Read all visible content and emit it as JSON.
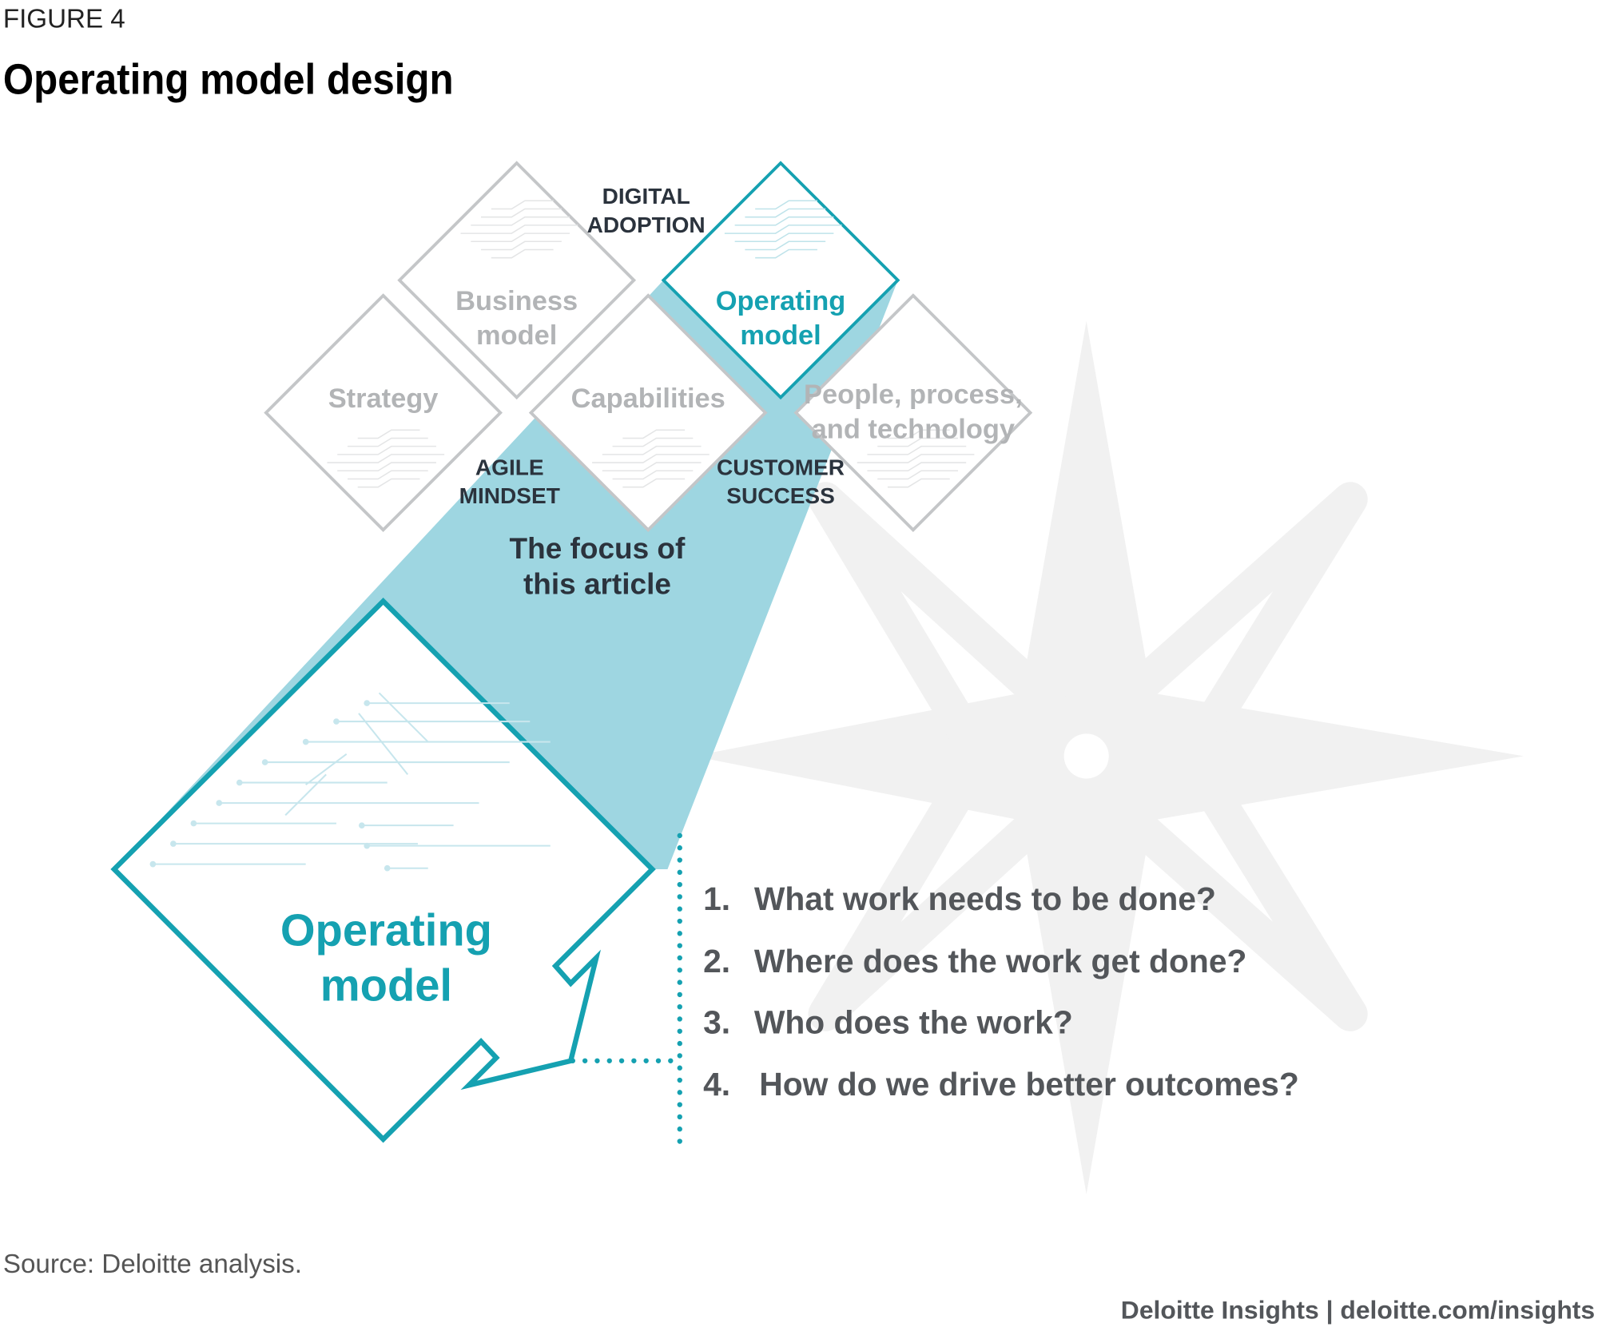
{
  "header": {
    "figure_label": "FIGURE 4",
    "title": "Operating model design"
  },
  "diagram": {
    "diamonds": {
      "business_model": [
        "Business",
        "model"
      ],
      "operating_model_small": [
        "Operating",
        "model"
      ],
      "strategy": "Strategy",
      "capabilities": "Capabilities",
      "people_process_technology": [
        "People, process,",
        "and technology"
      ],
      "operating_model_large": [
        "Operating",
        "model"
      ]
    },
    "connectors": {
      "digital_adoption": [
        "DIGITAL",
        "ADOPTION"
      ],
      "agile_mindset": [
        "AGILE",
        "MINDSET"
      ],
      "customer_success": [
        "CUSTOMER",
        "SUCCESS"
      ]
    },
    "focus_note": [
      "The focus of",
      "this article"
    ],
    "questions": [
      {
        "num": "1.",
        "text": "What work needs to be done?"
      },
      {
        "num": "2.",
        "text": "Where does the work get done?"
      },
      {
        "num": "3.",
        "text": "Who does the work?"
      },
      {
        "num": "4.",
        "text": "How do we drive better outcomes?"
      }
    ],
    "colors": {
      "teal": "#15a1b1",
      "teal_fill": "#9ed6e1",
      "gray_outline": "#c4c6c8",
      "gray_text": "#b2b4b6",
      "dark_text": "#2b333d",
      "question_text": "#53565a",
      "star": "#f1f1f1"
    }
  },
  "footer": {
    "source": "Source: Deloitte analysis.",
    "credit": "Deloitte Insights | deloitte.com/insights"
  }
}
